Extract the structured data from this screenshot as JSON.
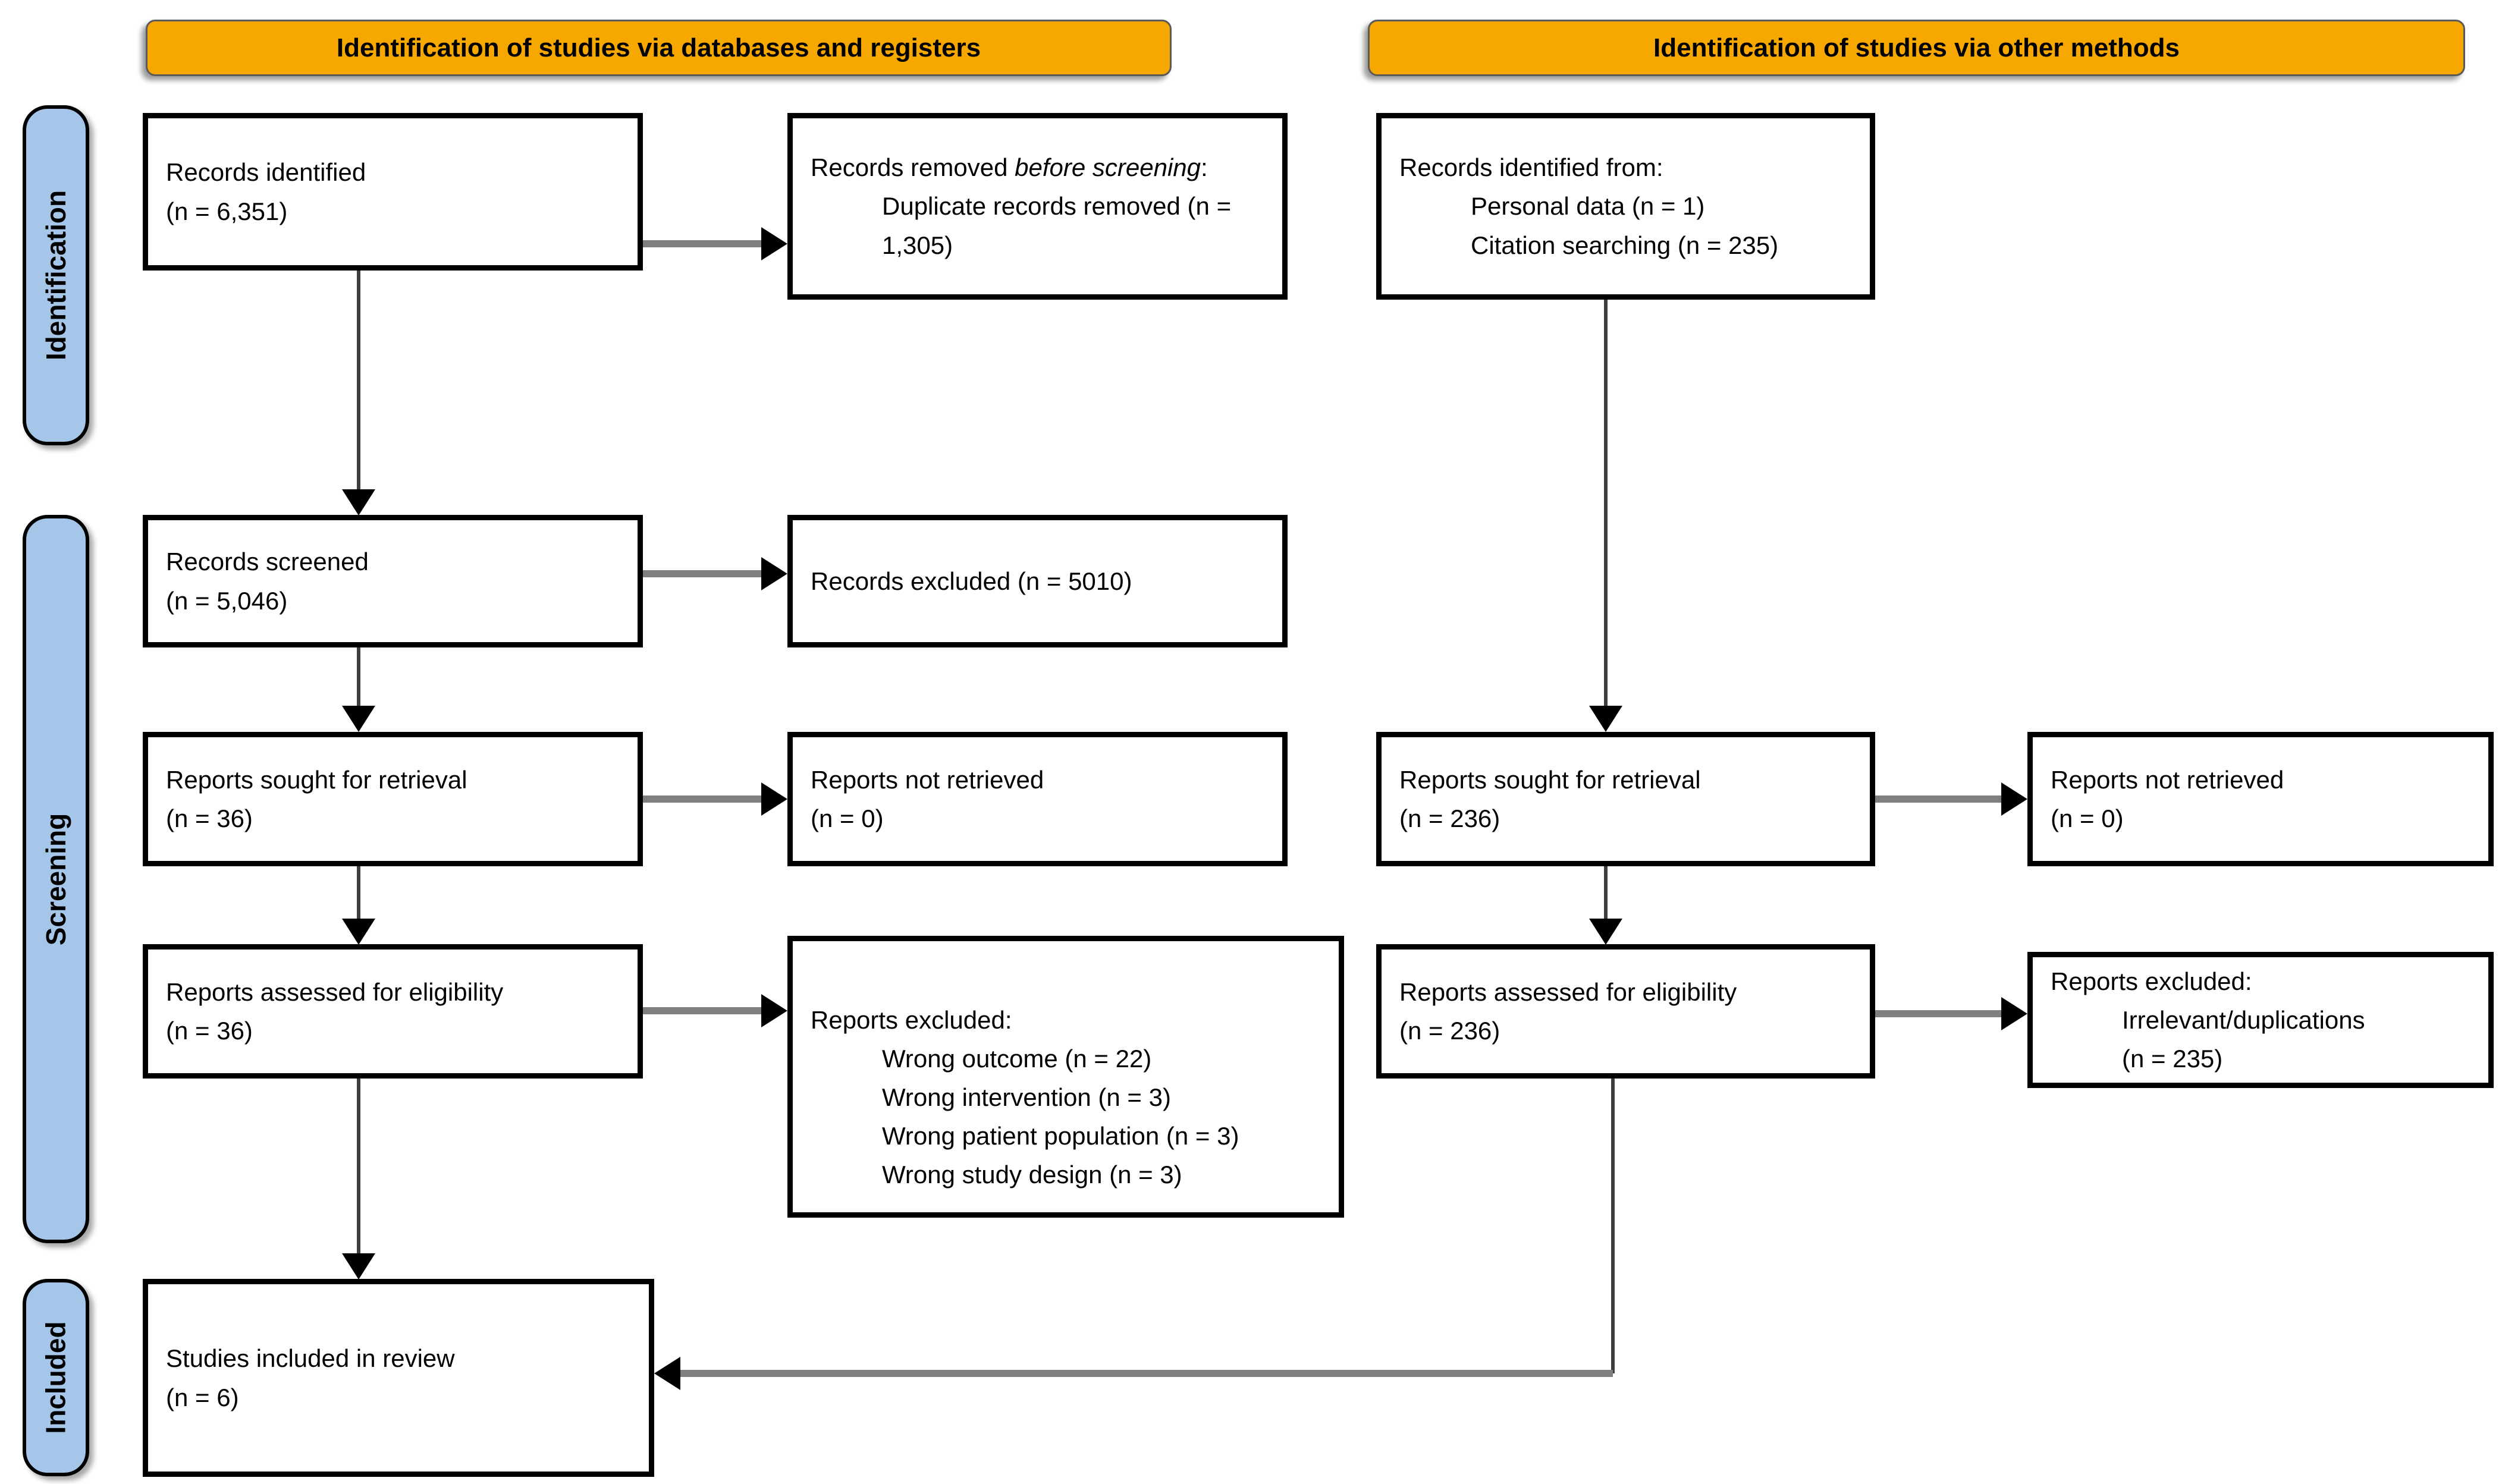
{
  "colors": {
    "banner": "#F6A800",
    "sidebar": "#A5C6E9"
  },
  "banners": {
    "databases": "Identification of studies via databases and registers",
    "other": "Identification of studies via other methods"
  },
  "sidebar": {
    "identification": "Identification",
    "screening": "Screening",
    "included": "Included"
  },
  "boxes": {
    "records_identified": {
      "title": "Records identified",
      "count": "(n = 6,351)"
    },
    "records_removed": {
      "prefix": "Records removed ",
      "italic": "before screening",
      "suffix": ":",
      "items": [
        "Duplicate records removed (n = 1,305)"
      ]
    },
    "records_screened": {
      "title": "Records screened",
      "count": "(n = 5,046)"
    },
    "records_excluded": {
      "title": "Records excluded (n = 5010)"
    },
    "reports_sought_db": {
      "title": "Reports sought for retrieval",
      "count": "(n = 36)"
    },
    "reports_not_retrieved_db": {
      "title": "Reports not retrieved",
      "count": "(n = 0)"
    },
    "reports_assessed_db": {
      "title": "Reports assessed for eligibility",
      "count": "(n = 36)"
    },
    "reports_excluded_db": {
      "title": "Reports excluded:",
      "items": [
        "Wrong outcome (n = 22)",
        "Wrong intervention (n = 3)",
        "Wrong patient population (n = 3)",
        "Wrong study design (n = 3)"
      ]
    },
    "studies_included": {
      "title": "Studies included in review",
      "count": "(n = 6)"
    },
    "records_identified_other": {
      "title": "Records identified from:",
      "items": [
        "Personal data (n = 1)",
        "Citation searching (n = 235)"
      ]
    },
    "reports_sought_other": {
      "title": "Reports sought for retrieval",
      "count": "(n = 236)"
    },
    "reports_not_retrieved_other": {
      "title": "Reports not retrieved",
      "count": "(n = 0)"
    },
    "reports_assessed_other": {
      "title": "Reports assessed for eligibility",
      "count": "(n = 236)"
    },
    "reports_excluded_other": {
      "title": "Reports excluded:",
      "items": [
        "Irrelevant/duplications",
        "(n = 235)"
      ]
    }
  }
}
